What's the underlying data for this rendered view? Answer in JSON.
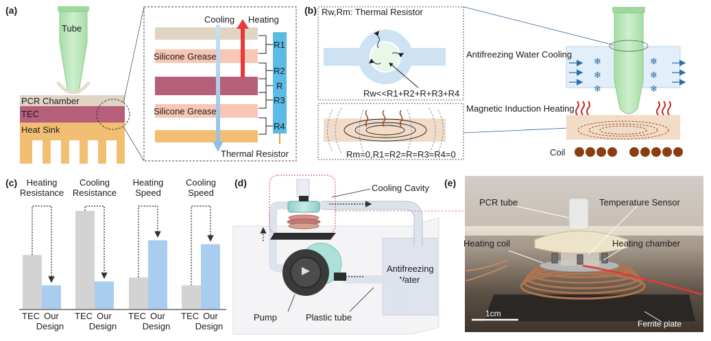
{
  "colors": {
    "tube": "#b8e6b8",
    "pcr_chamber": "#e1d4c4",
    "tec": "#b55f7a",
    "heat_sink": "#f2bf72",
    "grease": "#f7c6b4",
    "resistor": "#5bbbe6",
    "heating_arrow": "#e83a3a",
    "cooling_arrow": "#a5cbe6",
    "bar_gray": "#d3d3d3",
    "bar_blue": "#a9cdee",
    "coil": "#8b3d12"
  },
  "panel_a": {
    "label": "(a)",
    "tube": "Tube",
    "pcr_chamber": "PCR Chamber",
    "tec": "TEC",
    "heat_sink": "Heat Sink",
    "cooling": "Cooling",
    "heating": "Heating",
    "silicone_grease_1": "Silicone Grease",
    "silicone_grease_2": "Silicone Grease",
    "resistors": [
      "R1",
      "R2",
      "R",
      "R3",
      "R4"
    ],
    "thermal_resistor": "Thermal Resistor"
  },
  "panel_b": {
    "label": "(b)",
    "title": "Rw,Rm: Thermal Resistor",
    "eq_top": "Rw<<R1+R2+R+R3+R4",
    "eq_bottom": "Rm=0,R1=R2=R=R3=R4=0",
    "antifreezing_water_cooling": "Antifreezing Water Cooling",
    "magnetic_induction_heating": "Magnetic Induction Heating",
    "coil": "Coil"
  },
  "panel_c": {
    "label": "(c)",
    "groups": [
      {
        "title": [
          "Heating",
          "Resistance"
        ],
        "tec": 0.55,
        "ours": 0.24
      },
      {
        "title": [
          "Cooling",
          "Resistance"
        ],
        "tec": 1.0,
        "ours": 0.28
      },
      {
        "title": [
          "Heating",
          "Speed"
        ],
        "tec": 0.32,
        "ours": 0.7
      },
      {
        "title": [
          "Cooling",
          "Speed"
        ],
        "tec": 0.24,
        "ours": 0.66
      }
    ],
    "x_tec": "TEC",
    "x_ours": [
      "Our",
      "Design"
    ]
  },
  "panel_d": {
    "label": "(d)",
    "cooling_cavity": "Cooling Cavity",
    "pump": "Pump",
    "plastic_tube": "Plastic tube",
    "water": [
      "Antifreezing",
      "Water"
    ]
  },
  "panel_e": {
    "label": "(e)",
    "pcr_tube": "PCR tube",
    "temperature_sensor": "Temperature Sensor",
    "heating_coil": "Heating coil",
    "heating_chamber": "Heating chamber",
    "scale": "1cm",
    "ferrite_plate": "Ferrite plate"
  }
}
